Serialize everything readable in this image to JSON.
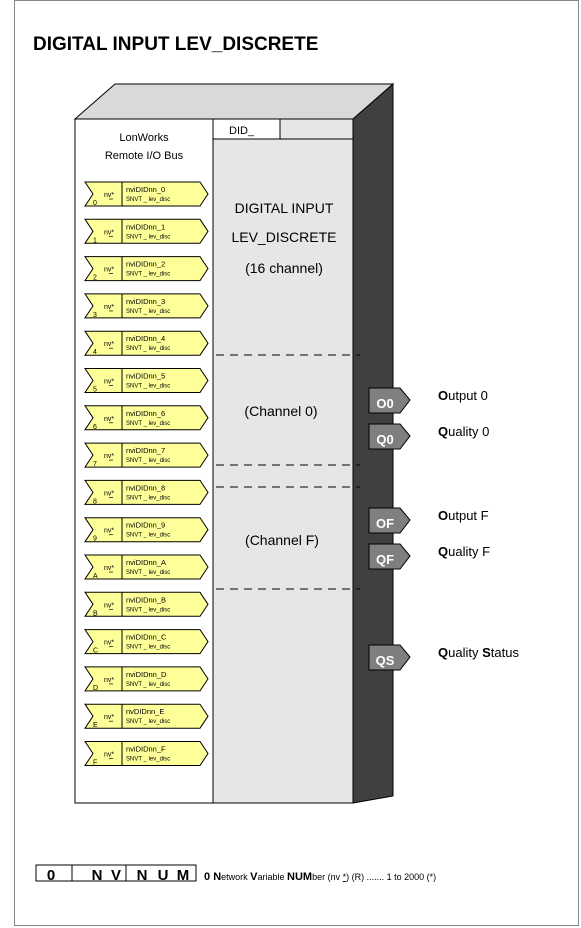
{
  "title": "DIGITAL INPUT LEV_DISCRETE",
  "bus": {
    "line1": "LonWorks",
    "line2": "Remote I/O Bus"
  },
  "tab": "DID_",
  "block": {
    "line1": "DIGITAL INPUT",
    "line2": "LEV_DISCRETE",
    "line3": "(16 channel)",
    "channel0": "(Channel 0)",
    "channelF": "(Channel F)"
  },
  "inputs": [
    {
      "index": "0",
      "name": "nviDIDnn_0",
      "type": "SNVT _ lev_disc",
      "nv": "nv*"
    },
    {
      "index": "1",
      "name": "nviDIDnn_1",
      "type": "SNVT _ lev_disc",
      "nv": "nv*"
    },
    {
      "index": "2",
      "name": "nviDIDnn_2",
      "type": "SNVT _ lev_disc",
      "nv": "nv*"
    },
    {
      "index": "3",
      "name": "nviDIDnn_3",
      "type": "SNVT _ lev_disc",
      "nv": "nv*"
    },
    {
      "index": "4",
      "name": "nviDIDnn_4",
      "type": "SNVT _ lev_disc",
      "nv": "nv*"
    },
    {
      "index": "5",
      "name": "nviDIDnn_5",
      "type": "SNVT _ lev_disc",
      "nv": "nv*"
    },
    {
      "index": "6",
      "name": "nviDIDnn_6",
      "type": "SNVT _ lev_disc",
      "nv": "nv*"
    },
    {
      "index": "7",
      "name": "nviDIDnn_7",
      "type": "SNVT _ lev_disc",
      "nv": "nv*"
    },
    {
      "index": "8",
      "name": "nviDIDnn_8",
      "type": "SNVT _ lev_disc",
      "nv": "nv*"
    },
    {
      "index": "9",
      "name": "nviDIDnn_9",
      "type": "SNVT _ lev_disc",
      "nv": "nv*"
    },
    {
      "index": "A",
      "name": "nviDIDnn_A",
      "type": "SNVT _ lev_disc",
      "nv": "nv*"
    },
    {
      "index": "B",
      "name": "nviDIDnn_B",
      "type": "SNVT _ lev_disc",
      "nv": "nv*"
    },
    {
      "index": "C",
      "name": "nviDIDnn_C",
      "type": "SNVT _ lev_disc",
      "nv": "nv*"
    },
    {
      "index": "D",
      "name": "nviDIDnn_D",
      "type": "SNVT _ lev_disc",
      "nv": "nv*"
    },
    {
      "index": "E",
      "name": "nvDIDnn_E",
      "type": "SNVT _ lev_disc",
      "nv": "nv*"
    },
    {
      "index": "F",
      "name": "nviDIDnn_F",
      "type": "SNVT _ lev_disc",
      "nv": "nv*"
    }
  ],
  "outputs": [
    {
      "tag": "O0",
      "bold": "O",
      "rest": "utput 0"
    },
    {
      "tag": "Q0",
      "bold": "Q",
      "rest": "uality 0"
    },
    {
      "tag": "OF",
      "bold": "O",
      "rest": "utput F"
    },
    {
      "tag": "QF",
      "bold": "Q",
      "rest": "uality F"
    },
    {
      "tag": "QS",
      "bold": "Q",
      "rest": "uality ",
      "bold2": "S",
      "rest2": "tatus"
    }
  ],
  "config": {
    "cells": [
      "0",
      "N",
      "V",
      "N",
      "U",
      "M"
    ],
    "desc_num": "0",
    "desc_b1": "N",
    "desc_t1": "etwork ",
    "desc_b2": "V",
    "desc_t2": "ariable ",
    "desc_b3": "NUM",
    "desc_t3": "ber (nv ",
    "desc_star": "*",
    "desc_t4": ") (R) ....... 1 to 2000     (*)"
  },
  "colors": {
    "input_fill": "#ffff99",
    "block_face": "#e6e6e6",
    "block_side": "#404040",
    "block_top": "#d9d9d9",
    "output_fill": "#7f7f7f"
  }
}
